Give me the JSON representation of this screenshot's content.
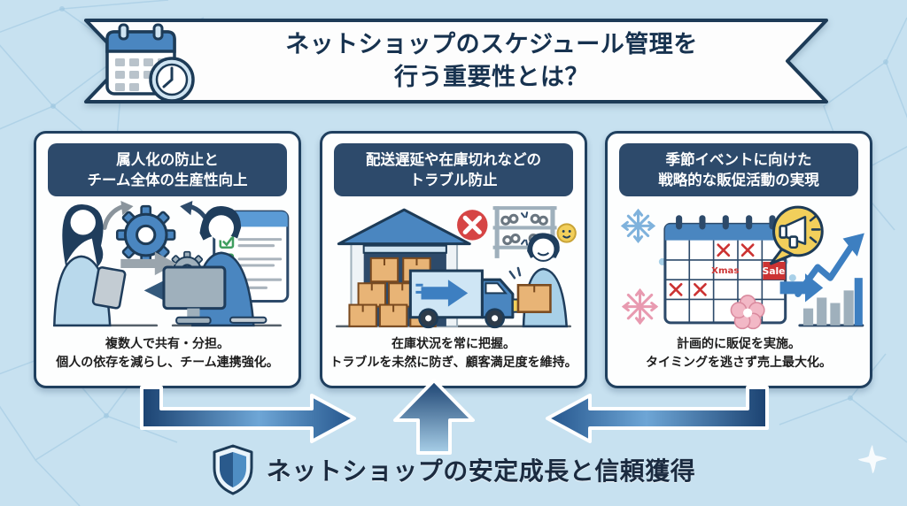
{
  "banner": {
    "title_line1": "ネットショップのスケジュール管理を",
    "title_line2": "行う重要性とは？",
    "icon": "calendar-clock-icon"
  },
  "cards": [
    {
      "header_line1": "属人化の防止と",
      "header_line2": "チーム全体の生産性向上",
      "caption_line1": "複数人で共有・分担。",
      "caption_line2": "個人の依存を減らし、チーム連携強化。",
      "illustration": "team-collaboration"
    },
    {
      "header_line1": "配送遅延や在庫切れなどの",
      "header_line2": "トラブル防止",
      "caption_line1": "在庫状況を常に把握。",
      "caption_line2": "トラブルを未然に防ぎ、顧客満足度を維持。",
      "illustration": "warehouse-delivery"
    },
    {
      "header_line1": "季節イベントに向けた",
      "header_line2": "戦略的な販促活動の実現",
      "caption_line1": "計画的に販促を実施。",
      "caption_line2": "タイミングを逃さず売上最大化。",
      "illustration": "seasonal-promotion",
      "calendar_labels": {
        "xmas": "Xmas",
        "sale": "Sale"
      }
    }
  ],
  "conclusion": {
    "icon": "shield-icon",
    "text": "ネットショップの安定成長と信頼獲得"
  },
  "colors": {
    "background": "#c7e1f0",
    "mesh": "#9cc6e0",
    "navy_outline": "#1d3b57",
    "card_header_bg": "#2d4a6b",
    "arrow_dark": "#1b4271",
    "arrow_light": "#a8cfe8",
    "accent_blue": "#4a86c0",
    "alert_red": "#d64545",
    "highlight_yellow": "#f2cf5b"
  }
}
